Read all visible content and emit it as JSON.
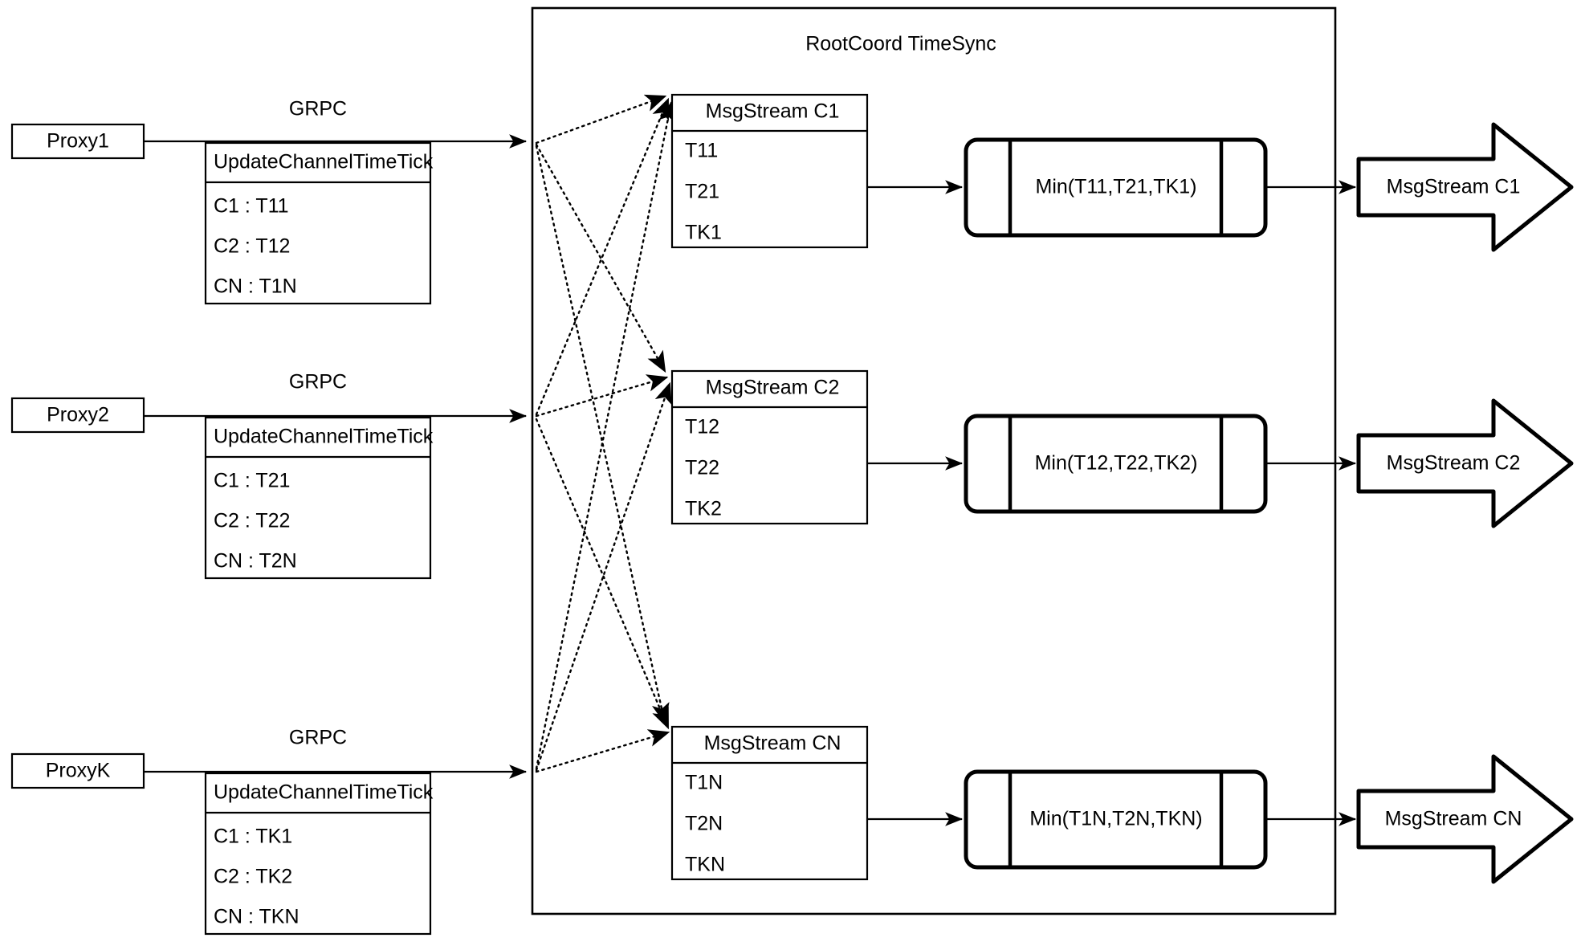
{
  "diagram": {
    "title": "RootCoord TimeSync",
    "container_label": "RootCoord TimeSync",
    "protocol_label": "GRPC",
    "request_header": "UpdateChannelTimeTick",
    "proxies": [
      {
        "name": "Proxy1",
        "protocol": "GRPC",
        "request_header": "UpdateChannelTimeTick",
        "rows": [
          "C1 :  T11",
          "C2 :  T12",
          "CN : T1N"
        ]
      },
      {
        "name": "Proxy2",
        "protocol": "GRPC",
        "request_header": "UpdateChannelTimeTick",
        "rows": [
          "C1 :  T21",
          "C2 :  T22",
          "CN : T2N"
        ]
      },
      {
        "name": "ProxyK",
        "protocol": "GRPC",
        "request_header": "UpdateChannelTimeTick",
        "rows": [
          "C1 :  TK1",
          "C2 :  TK2",
          "CN : TKN"
        ]
      }
    ],
    "msgstreams": [
      {
        "title": "MsgStream C1",
        "rows": [
          "T11",
          "T21",
          "TK1"
        ]
      },
      {
        "title": "MsgStream C2",
        "rows": [
          "T12",
          "T22",
          "TK2"
        ]
      },
      {
        "title": "MsgStream CN",
        "rows": [
          "T1N",
          "T2N",
          "TKN"
        ]
      }
    ],
    "processors": [
      {
        "label": "Min(T11,T21,TK1)"
      },
      {
        "label": "Min(T12,T22,TK2)"
      },
      {
        "label": "Min(T1N,T2N,TKN)"
      }
    ],
    "outputs": [
      {
        "label": "MsgStream C1"
      },
      {
        "label": "MsgStream C2"
      },
      {
        "label": "MsgStream CN"
      }
    ],
    "colors": {
      "stroke": "#000000",
      "fill": "#ffffff",
      "background": "#ffffff"
    }
  }
}
